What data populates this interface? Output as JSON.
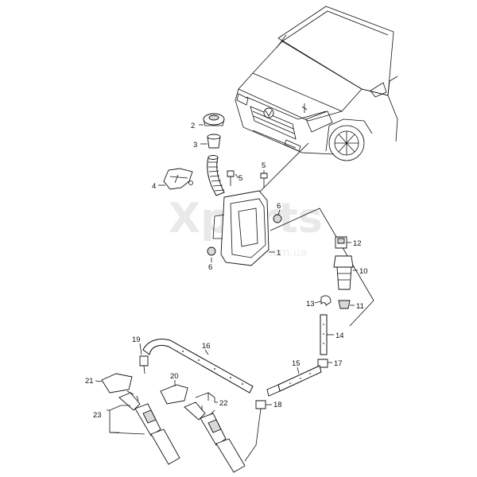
{
  "watermark": {
    "brand": "Xparts",
    "site": ".com.ua"
  },
  "callouts": [
    {
      "id": "c2",
      "text": "2"
    },
    {
      "id": "c3",
      "text": "3"
    },
    {
      "id": "c4",
      "text": "4"
    },
    {
      "id": "c5a",
      "text": "5"
    },
    {
      "id": "c5b",
      "text": "5"
    },
    {
      "id": "c6a",
      "text": "6"
    },
    {
      "id": "c6b",
      "text": "6"
    },
    {
      "id": "c1",
      "text": "1"
    },
    {
      "id": "c12",
      "text": "12"
    },
    {
      "id": "c10",
      "text": "10"
    },
    {
      "id": "c13",
      "text": "13"
    },
    {
      "id": "c11",
      "text": "11"
    },
    {
      "id": "c14",
      "text": "14"
    },
    {
      "id": "c19",
      "text": "19"
    },
    {
      "id": "c16",
      "text": "16"
    },
    {
      "id": "c15",
      "text": "15"
    },
    {
      "id": "c17",
      "text": "17"
    },
    {
      "id": "c21",
      "text": "21"
    },
    {
      "id": "c20",
      "text": "20"
    },
    {
      "id": "c22",
      "text": "22"
    },
    {
      "id": "c18",
      "text": "18"
    },
    {
      "id": "c23",
      "text": "23"
    }
  ]
}
